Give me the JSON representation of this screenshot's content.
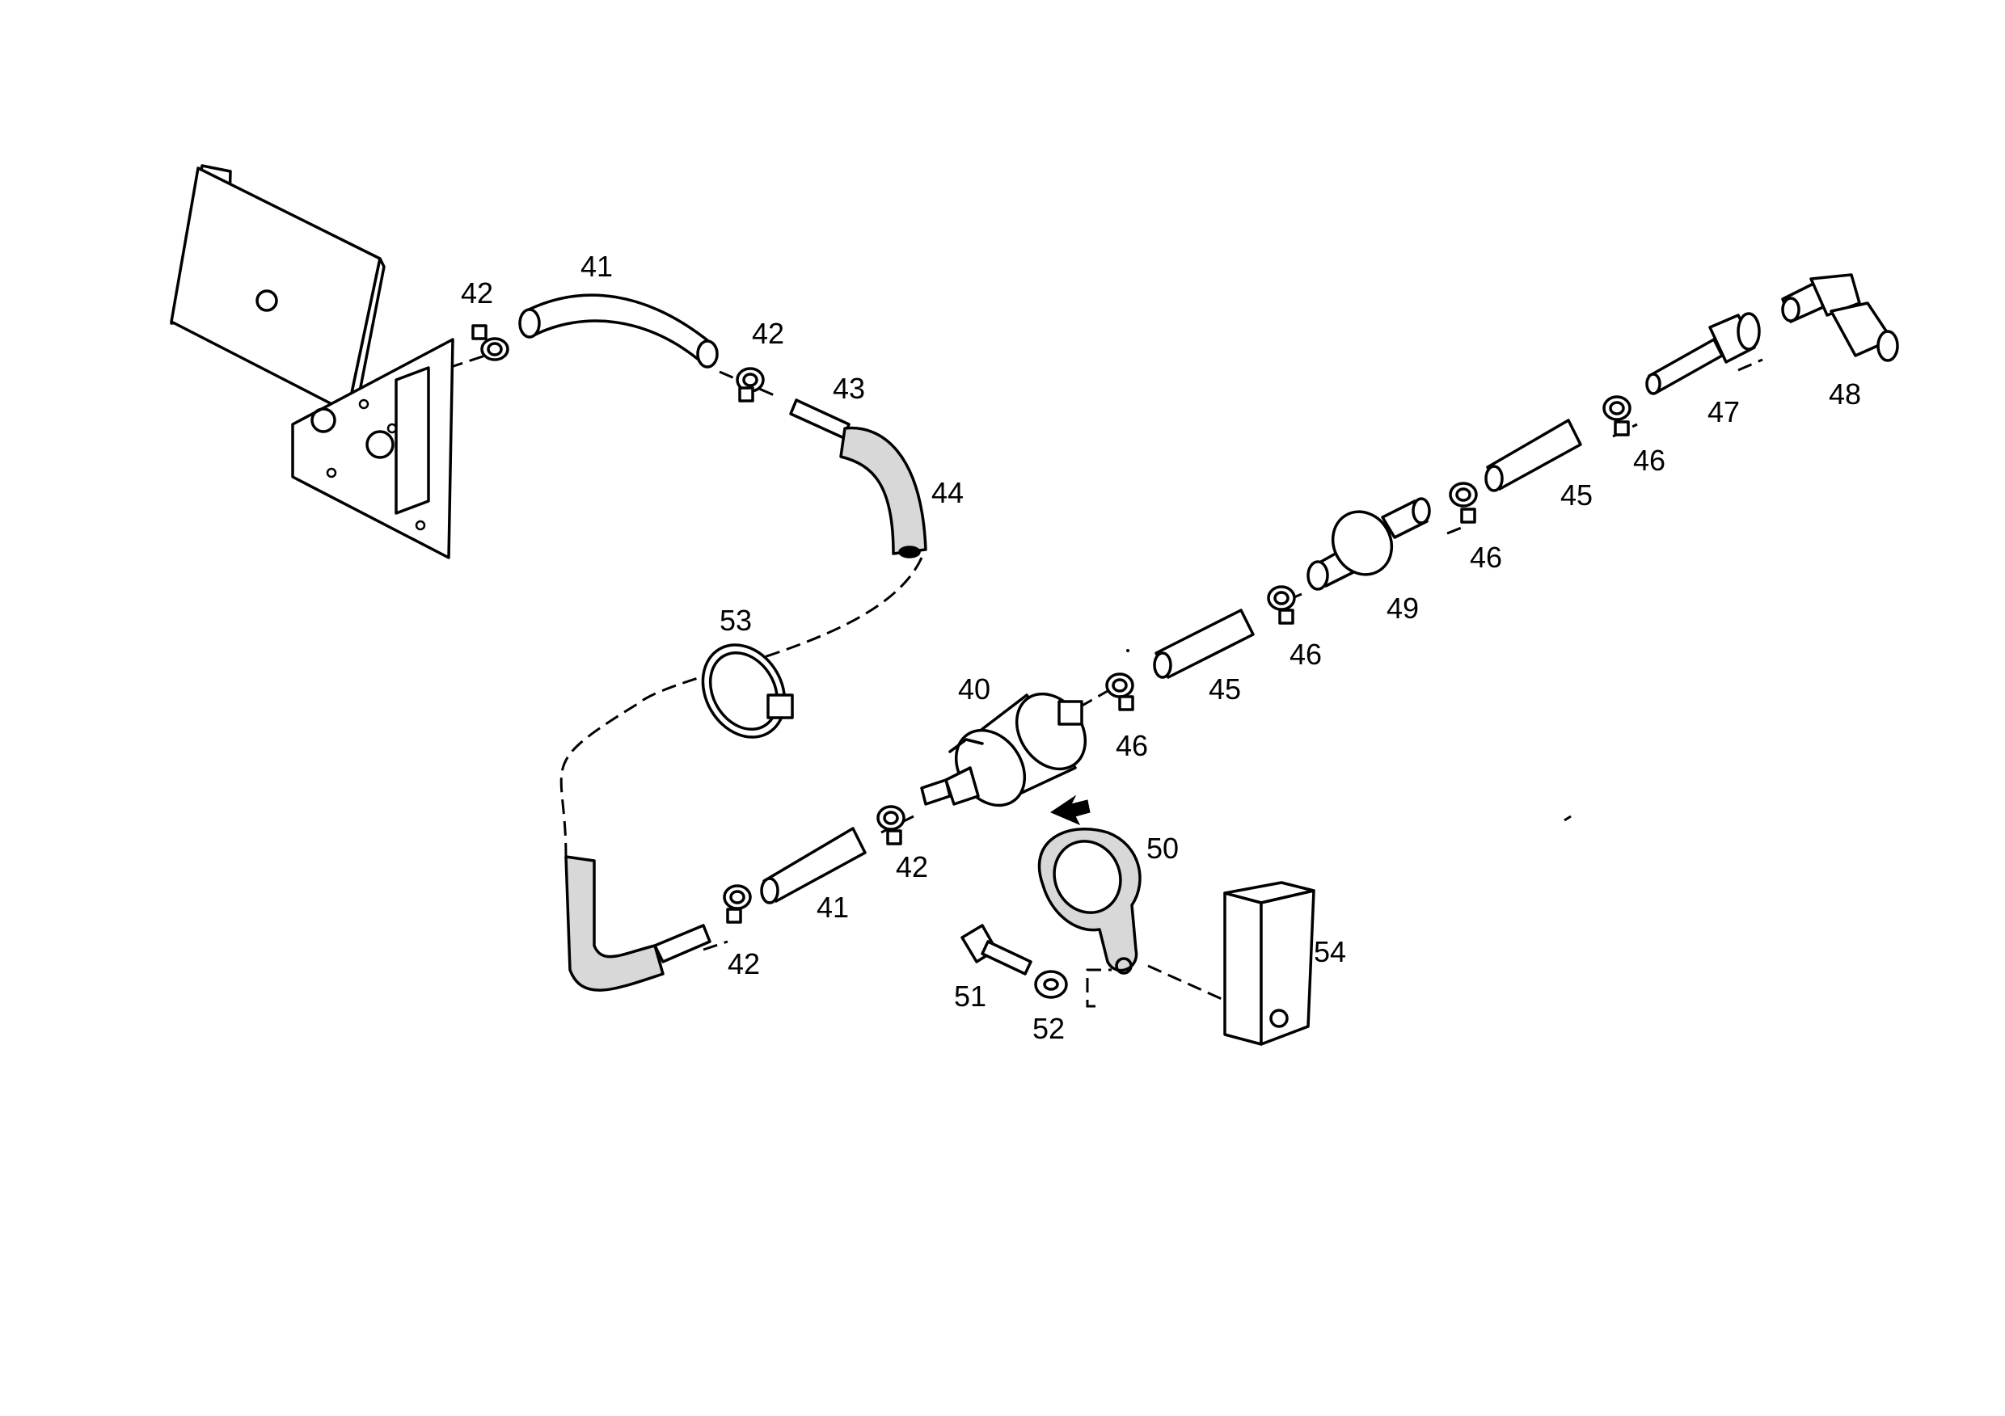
{
  "diagram": {
    "labels": {
      "c40": "40",
      "c41a": "41",
      "c41b": "41",
      "c42a": "42",
      "c42b": "42",
      "c42c": "42",
      "c42d": "42",
      "c43": "43",
      "c44": "44",
      "c45a": "45",
      "c45b": "45",
      "c46a": "46",
      "c46b": "46",
      "c46c": "46",
      "c46d": "46",
      "c47": "47",
      "c48": "48",
      "c49": "49",
      "c50": "50",
      "c51": "51",
      "c52": "52",
      "c53": "53",
      "c54": "54"
    }
  }
}
